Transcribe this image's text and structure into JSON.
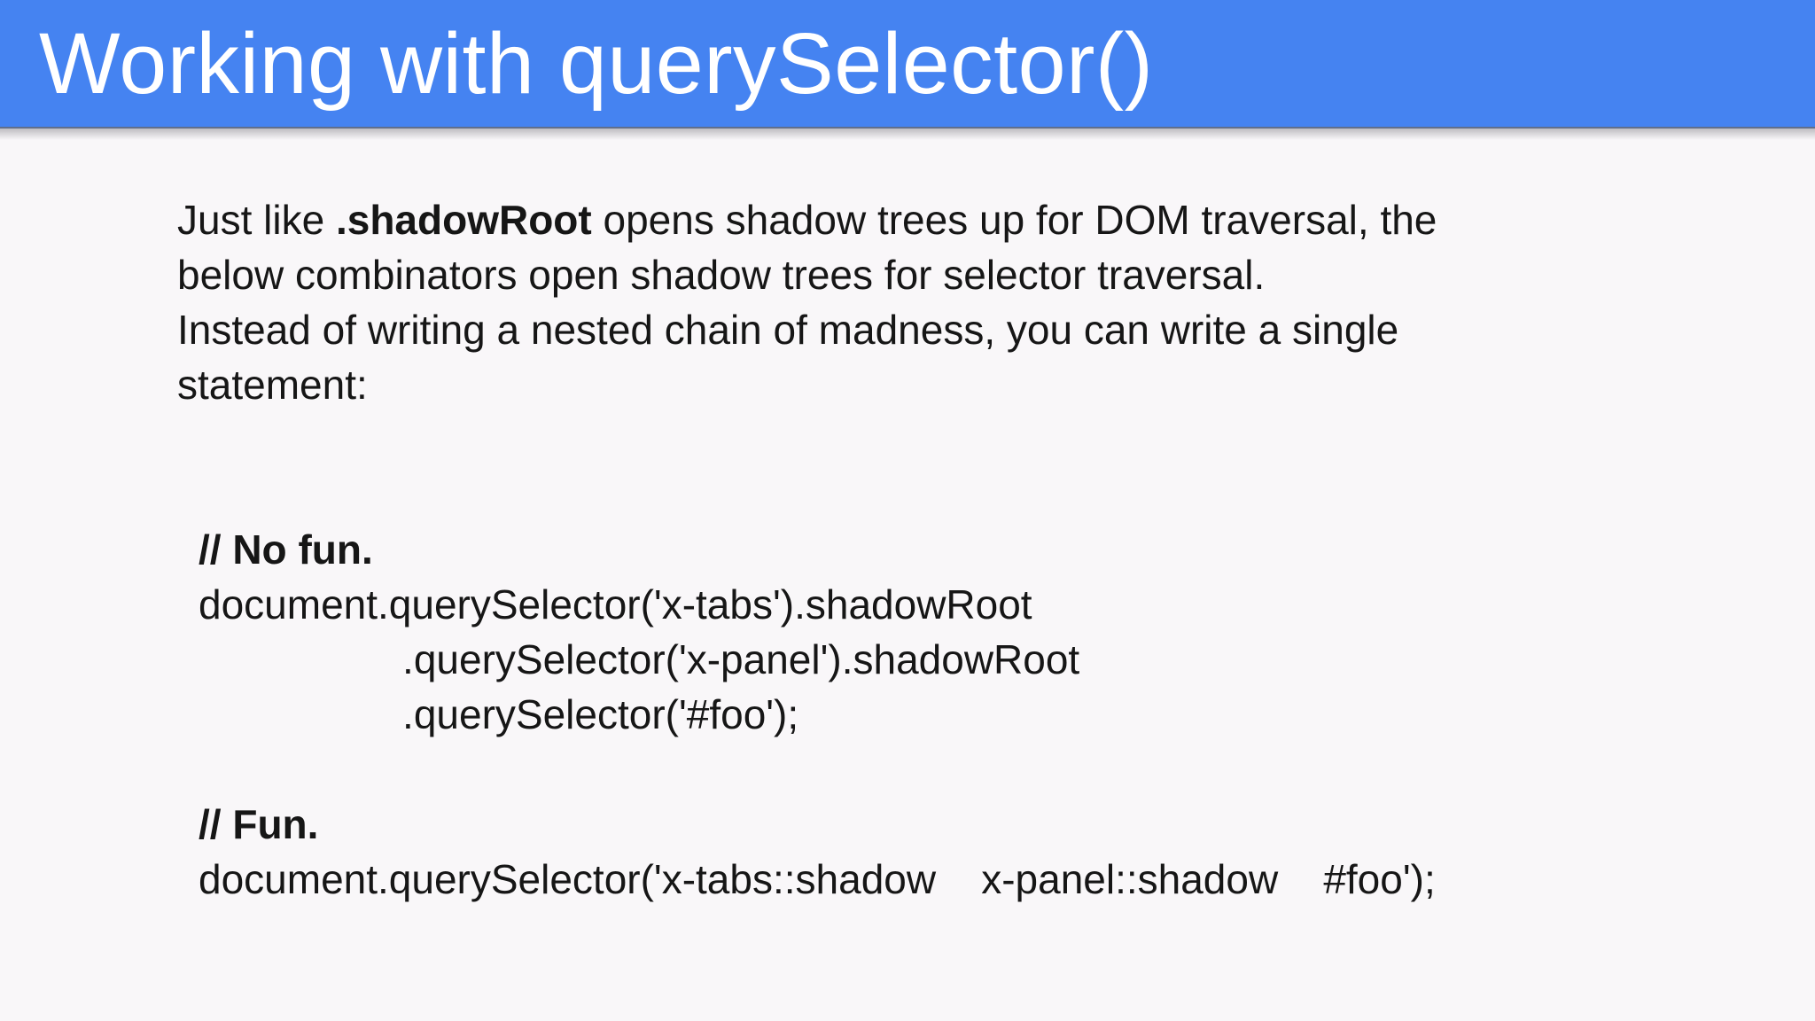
{
  "header": {
    "title": "Working with querySelector()",
    "background_color": "#4583f1",
    "text_color": "#ffffff"
  },
  "body": {
    "background_color": "#f9f7f9",
    "text_color": "#161616",
    "paragraph": {
      "lines": [
        [
          {
            "t": "Just like "
          },
          {
            "t": ".shadowRoot",
            "b": true
          },
          {
            "t": " opens shadow trees up for DOM traversal, the"
          }
        ],
        [
          {
            "t": "below combinators open shadow trees for selector traversal."
          }
        ],
        [
          {
            "t": "Instead of writing a nested chain of madness, you can write a single"
          }
        ],
        [
          {
            "t": "statement:"
          }
        ]
      ]
    },
    "code_blocks": [
      {
        "name": "no-fun",
        "lines": [
          {
            "t": "// No fun.",
            "b": true
          },
          {
            "t": "document.querySelector('x-tabs').shadowRoot"
          },
          {
            "t": "                  .querySelector('x-panel').shadowRoot"
          },
          {
            "t": "                  .querySelector('#foo');"
          }
        ]
      },
      {
        "name": "fun",
        "lines": [
          {
            "t": "// Fun.",
            "b": true
          },
          {
            "t": "document.querySelector('x-tabs::shadow    x-panel::shadow    #foo');"
          }
        ]
      }
    ]
  }
}
